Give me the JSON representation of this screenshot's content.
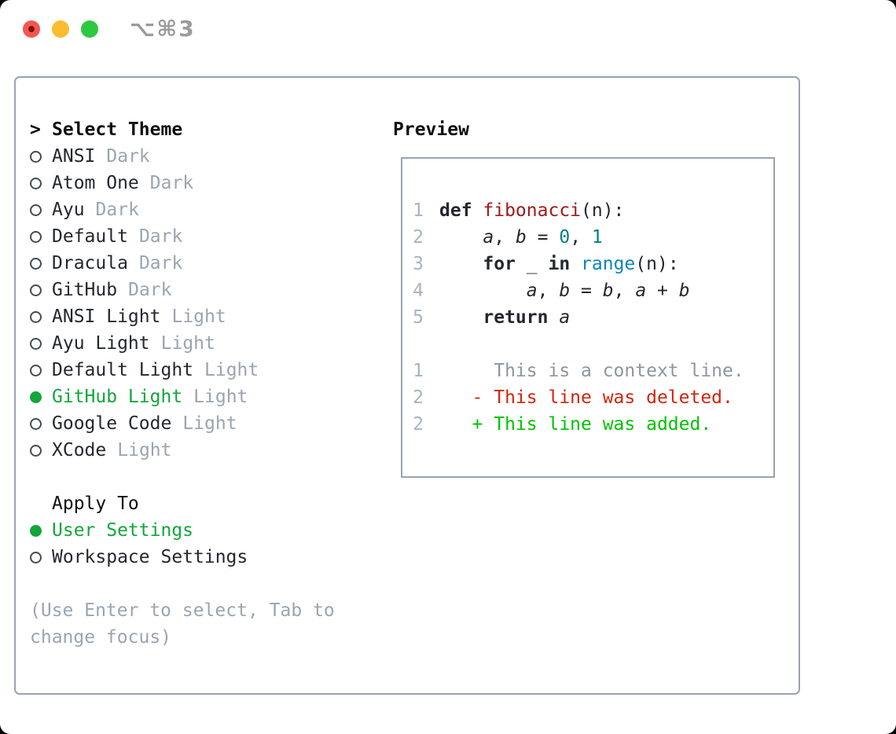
{
  "titlebar": {
    "title": "⌥⌘3",
    "buttons": [
      {
        "name": "close",
        "color": "#f6564f",
        "dot": true
      },
      {
        "name": "minimize",
        "color": "#fdbc2e",
        "dot": false
      },
      {
        "name": "maximize",
        "color": "#2fc841",
        "dot": false
      }
    ]
  },
  "theme_picker": {
    "header": {
      "marker": ">",
      "label": "Select Theme"
    },
    "themes": [
      {
        "name": "ANSI",
        "variant": "Dark",
        "selected": false
      },
      {
        "name": "Atom One",
        "variant": "Dark",
        "selected": false
      },
      {
        "name": "Ayu",
        "variant": "Dark",
        "selected": false
      },
      {
        "name": "Default",
        "variant": "Dark",
        "selected": false
      },
      {
        "name": "Dracula",
        "variant": "Dark",
        "selected": false
      },
      {
        "name": "GitHub",
        "variant": "Dark",
        "selected": false
      },
      {
        "name": "ANSI Light",
        "variant": "Light",
        "selected": false
      },
      {
        "name": "Ayu Light",
        "variant": "Light",
        "selected": false
      },
      {
        "name": "Default Light",
        "variant": "Light",
        "selected": false
      },
      {
        "name": "GitHub Light",
        "variant": "Light",
        "selected": true
      },
      {
        "name": "Google Code",
        "variant": "Light",
        "selected": false
      },
      {
        "name": "XCode",
        "variant": "Light",
        "selected": false
      }
    ],
    "apply_to": {
      "label": "Apply To",
      "options": [
        {
          "label": "User Settings",
          "selected": true
        },
        {
          "label": "Workspace Settings",
          "selected": false
        }
      ]
    },
    "hint_lines": [
      "(Use Enter to select, Tab to",
      "change focus)"
    ]
  },
  "preview": {
    "label": "Preview",
    "lines": [
      {
        "no": "1",
        "segments": [
          {
            "t": "def ",
            "c": "kw"
          },
          {
            "t": "fibonacci",
            "c": "fn"
          },
          {
            "t": "(n):",
            "c": "pl"
          }
        ]
      },
      {
        "no": "2",
        "segments": [
          {
            "t": "    ",
            "c": "pl"
          },
          {
            "t": "a",
            "c": "var"
          },
          {
            "t": ", ",
            "c": "pl"
          },
          {
            "t": "b",
            "c": "var"
          },
          {
            "t": " = ",
            "c": "pl"
          },
          {
            "t": "0",
            "c": "num"
          },
          {
            "t": ", ",
            "c": "pl"
          },
          {
            "t": "1",
            "c": "num"
          }
        ]
      },
      {
        "no": "3",
        "segments": [
          {
            "t": "    ",
            "c": "pl"
          },
          {
            "t": "for",
            "c": "kw"
          },
          {
            "t": " _ ",
            "c": "pl"
          },
          {
            "t": "in",
            "c": "kw"
          },
          {
            "t": " ",
            "c": "pl"
          },
          {
            "t": "range",
            "c": "bi"
          },
          {
            "t": "(n):",
            "c": "pl"
          }
        ]
      },
      {
        "no": "4",
        "segments": [
          {
            "t": "        ",
            "c": "pl"
          },
          {
            "t": "a",
            "c": "var"
          },
          {
            "t": ", ",
            "c": "pl"
          },
          {
            "t": "b",
            "c": "var"
          },
          {
            "t": " = ",
            "c": "pl"
          },
          {
            "t": "b",
            "c": "var"
          },
          {
            "t": ", ",
            "c": "pl"
          },
          {
            "t": "a",
            "c": "var"
          },
          {
            "t": " + ",
            "c": "pl"
          },
          {
            "t": "b",
            "c": "var"
          }
        ]
      },
      {
        "no": "5",
        "segments": [
          {
            "t": "    ",
            "c": "pl"
          },
          {
            "t": "return",
            "c": "kw"
          },
          {
            "t": " ",
            "c": "pl"
          },
          {
            "t": "a",
            "c": "var"
          }
        ]
      },
      {
        "no": "",
        "segments": []
      },
      {
        "no": "1",
        "segments": [
          {
            "t": "     This is a context line.",
            "c": "ctx"
          }
        ]
      },
      {
        "no": "2",
        "segments": [
          {
            "t": "   - This line was deleted.",
            "c": "del"
          }
        ]
      },
      {
        "no": "2",
        "segments": [
          {
            "t": "   + This line was added.",
            "c": "add"
          }
        ]
      }
    ]
  },
  "colors": {
    "selection_green": "#12a63b",
    "added_green": "#00c200",
    "deleted_red": "#d1250f",
    "function_red": "#a31919",
    "number_teal": "#008080",
    "builtin_blue": "#0a86b3",
    "border_gray": "#99a3af",
    "muted_gray": "#9aa5b1",
    "context_gray": "#8d959e",
    "lineno_gray": "#a9b3be",
    "text_dark": "#23282e",
    "header_black": "#0b0d10",
    "title_gray": "#9b9b9b"
  }
}
